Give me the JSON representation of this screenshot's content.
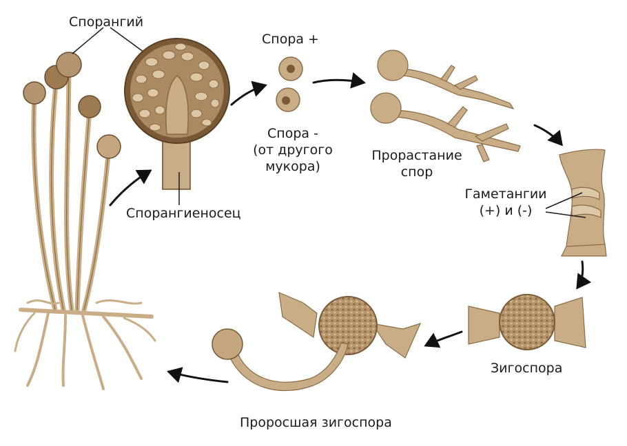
{
  "labels": {
    "sporangium": "Спорангий",
    "sporangiophore": "Спорангиеносец",
    "spore_plus": "Спора +",
    "spore_minus": "Спора -",
    "spore_minus_note_1": "(от другого",
    "spore_minus_note_2": "мукора)",
    "germination_1": "Прорастание",
    "germination_2": "спор",
    "gametangia_1": "Гаметангии",
    "gametangia_2": "(+) и (-)",
    "zygospore": "Зигоспора",
    "germinated_zygospore": "Проросшая зигоспора"
  },
  "colors": {
    "fungus_fill": "#c9ad86",
    "fungus_dark": "#7a5a36",
    "fungus_light": "#dcc7a6",
    "outline": "#6b4b2a",
    "arrow": "#111111",
    "text": "#1a1a1a"
  }
}
